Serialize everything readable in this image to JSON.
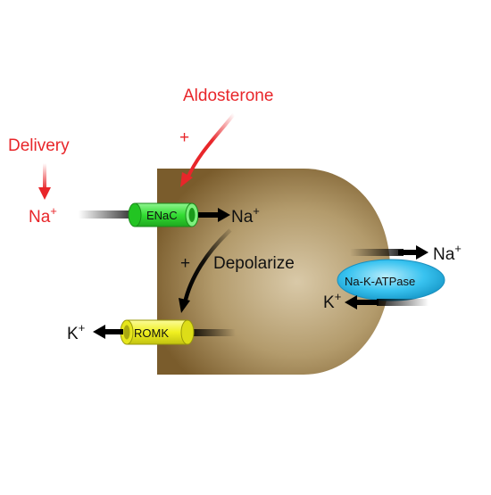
{
  "labels": {
    "aldosterone": "Aldosterone",
    "aldosterone_sign": "+",
    "delivery": "Delivery",
    "na_lumen": "Na",
    "na_lumen_sup": "+",
    "enac": "ENaC",
    "na_cell": "Na",
    "na_cell_sup": "+",
    "depolarize_sign": "+",
    "depolarize": "Depolarize",
    "romk": "ROMK",
    "k_lumen": "K",
    "k_lumen_sup": "+",
    "na_blood": "Na",
    "na_blood_sup": "+",
    "pump": "Na-K-ATPase",
    "k_blood": "K",
    "k_blood_sup": "+"
  },
  "colors": {
    "cell_dark": "#7a5c2c",
    "cell_light": "#d7c6a4",
    "enac": "#33dd33",
    "romk": "#f0f020",
    "pump": "#39c3f0",
    "red": "#e8262a"
  }
}
